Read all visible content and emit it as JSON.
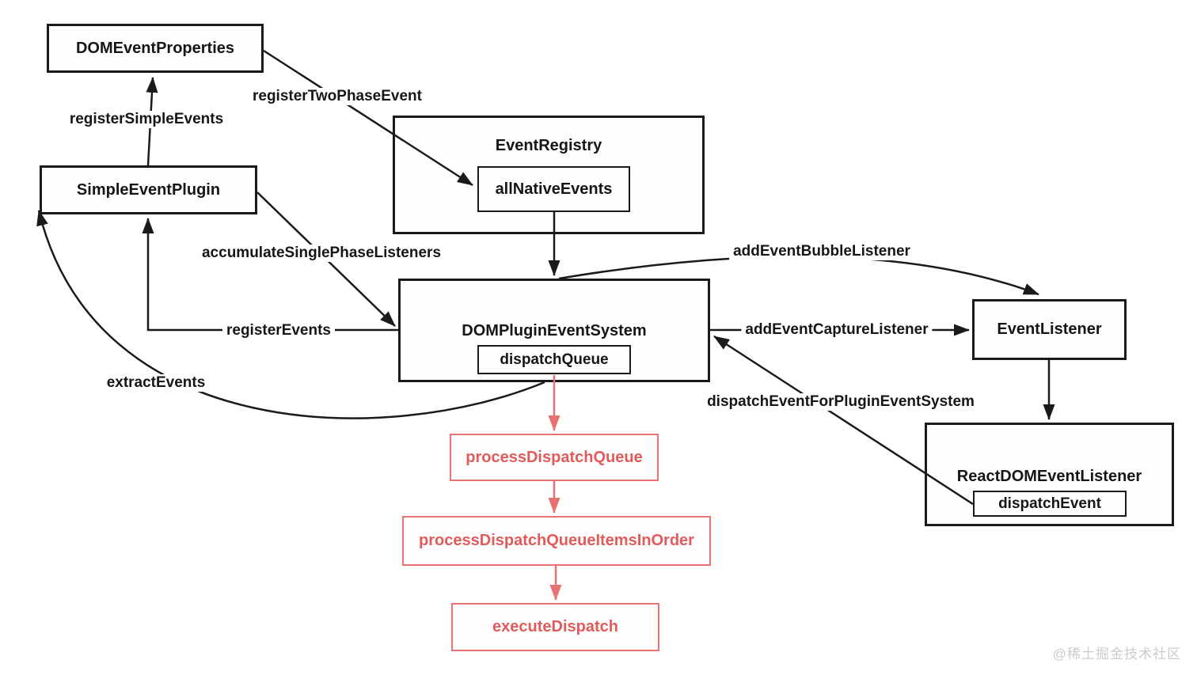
{
  "diagram": {
    "nodes": {
      "domEventProperties": "DOMEventProperties",
      "simpleEventPlugin": "SimpleEventPlugin",
      "eventRegistry": "EventRegistry",
      "allNativeEvents": "allNativeEvents",
      "domPluginEventSystem": "DOMPluginEventSystem",
      "dispatchQueue": "dispatchQueue",
      "eventListener": "EventListener",
      "reactDomEventListener": "ReactDOMEventListener",
      "dispatchEvent": "dispatchEvent",
      "processDispatchQueue": "processDispatchQueue",
      "processDispatchQueueItemsInOrder": "processDispatchQueueItemsInOrder",
      "executeDispatch": "executeDispatch"
    },
    "edges": {
      "registerSimpleEvents": "registerSimpleEvents",
      "registerTwoPhaseEvent": "registerTwoPhaseEvent",
      "accumulateSinglePhaseListeners": "accumulateSinglePhaseListeners",
      "registerEvents": "registerEvents",
      "extractEvents": "extractEvents",
      "addEventBubbleListener": "addEventBubbleListener",
      "addEventCaptureListener": "addEventCaptureListener",
      "dispatchEventForPluginEventSystem": "dispatchEventForPluginEventSystem"
    },
    "colors": {
      "line": "#1a1a1a",
      "highlight_border": "#e87272",
      "highlight_text": "#e25b5b",
      "watermark_text": "#cbcbcb"
    },
    "watermark": "@稀土掘金技术社区"
  }
}
